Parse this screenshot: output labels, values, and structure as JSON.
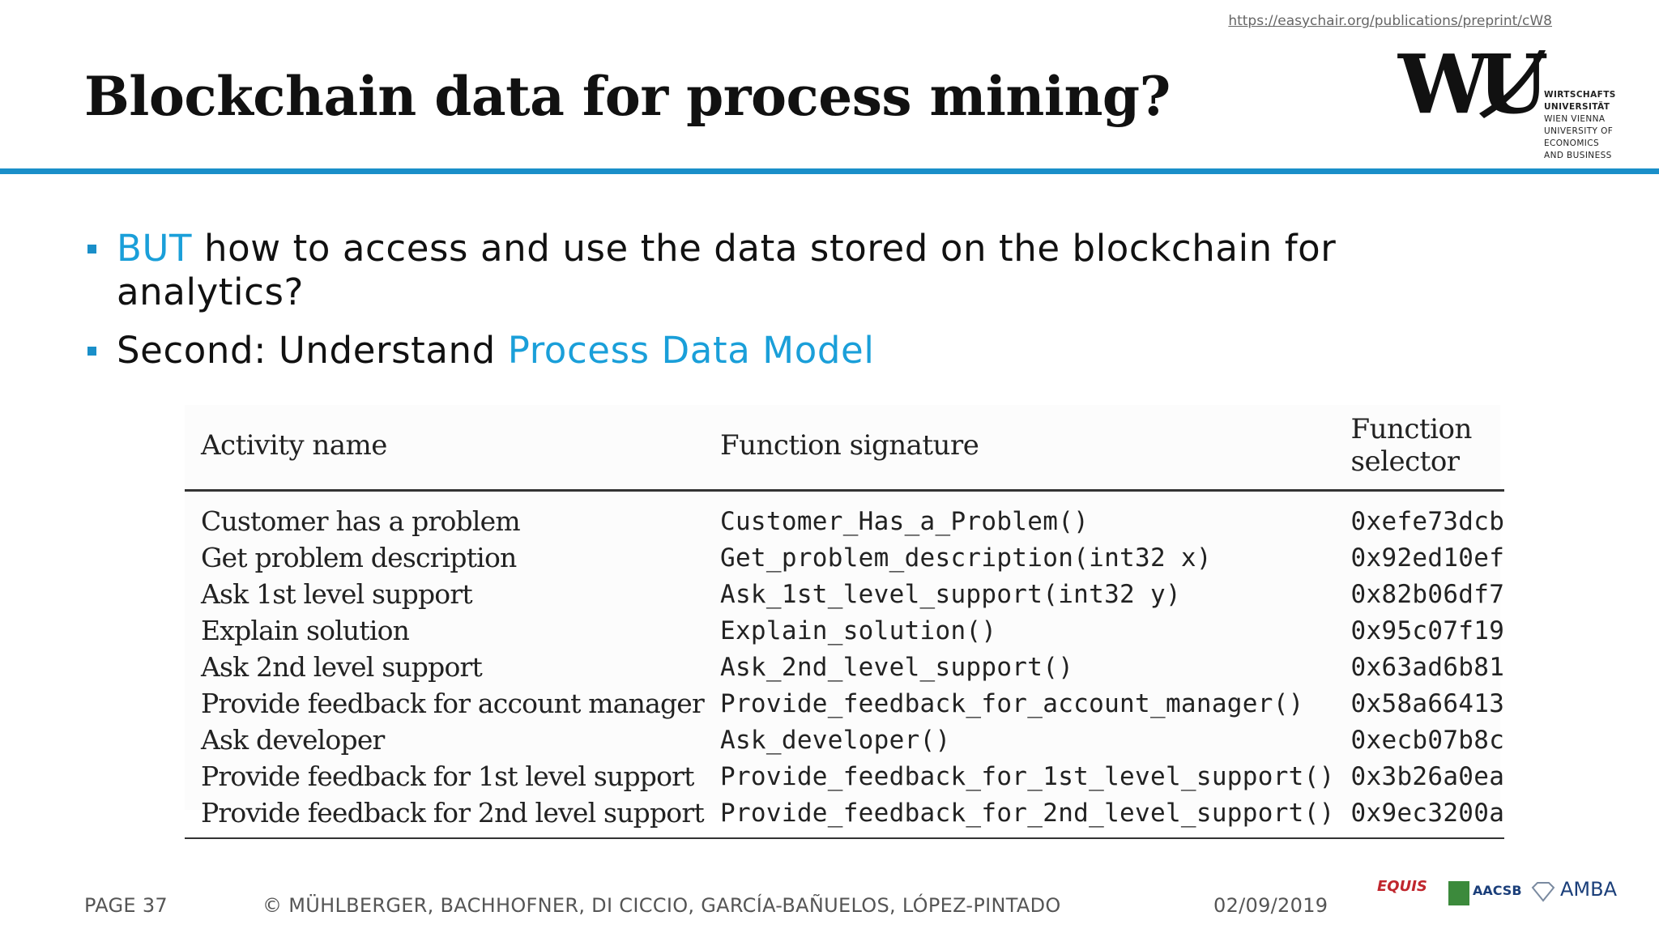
{
  "header": {
    "url": "https://easychair.org/publications/preprint/cW8",
    "title": "Blockchain data for process mining?"
  },
  "logo": {
    "mark": "WU",
    "lines": [
      "WIRTSCHAFTS",
      "UNIVERSITÄT",
      "WIEN VIENNA",
      "UNIVERSITY OF",
      "ECONOMICS",
      "AND BUSINESS"
    ]
  },
  "bullets": [
    {
      "highlight": "BUT",
      "rest_before": "",
      "rest_after": " how to access and use the data stored on the blockchain for analytics?"
    },
    {
      "highlight": "Process Data Model",
      "rest_before": "Second: Understand ",
      "rest_after": ""
    }
  ],
  "table": {
    "headers": [
      "Activity name",
      "Function signature",
      "Function selector"
    ],
    "rows": [
      [
        "Customer has a problem",
        "Customer_Has_a_Problem()",
        "0xefe73dcb"
      ],
      [
        "Get problem description",
        "Get_problem_description(int32 x)",
        "0x92ed10ef"
      ],
      [
        "Ask 1st level support",
        "Ask_1st_level_support(int32 y)",
        "0x82b06df7"
      ],
      [
        "Explain solution",
        "Explain_solution()",
        "0x95c07f19"
      ],
      [
        "Ask 2nd level support",
        "Ask_2nd_level_support()",
        "0x63ad6b81"
      ],
      [
        "Provide feedback for account manager",
        "Provide_feedback_for_account_manager()",
        "0x58a66413"
      ],
      [
        "Ask developer",
        "Ask_developer()",
        "0xecb07b8c"
      ],
      [
        "Provide feedback for 1st level support",
        "Provide_feedback_for_1st_level_support()",
        "0x3b26a0ea"
      ],
      [
        "Provide feedback for 2nd level support",
        "Provide_feedback_for_2nd_level_support()",
        "0x9ec3200a"
      ]
    ]
  },
  "footer": {
    "page": "PAGE 37",
    "copyright": "© MÜHLBERGER, BACHHOFNER, DI CICCIO, GARCÍA-BAÑUELOS, LÓPEZ-PINTADO",
    "date": "02/09/2019",
    "badges": [
      "EQUIS",
      "AACSB",
      "AMBA"
    ]
  },
  "colors": {
    "accent": "#1a8fc9",
    "highlight_text": "#1a9fd9"
  }
}
